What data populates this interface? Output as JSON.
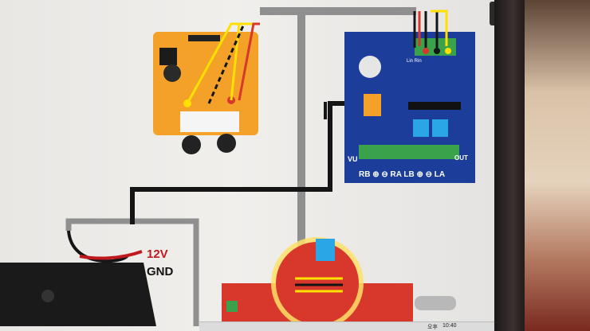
{
  "screen": {
    "search_icon": "search-icon"
  },
  "labels": {
    "voltage": "12V",
    "ground": "GND"
  },
  "vu_board": {
    "left_label": "VU",
    "right_label": "OUT",
    "terminals": "RB ⊕ ⊖ RA LB ⊕ ⊖ LA",
    "top_label": "Lin  Rin"
  },
  "taskbar": {
    "ime": "오후",
    "clock": "10:40"
  },
  "colors": {
    "pcb_orange": "#f4a12a",
    "pcb_blue": "#1d3d9a",
    "pcb_red": "#d8372b",
    "wire_gray": "#8f8f8f",
    "wire_black": "#151515",
    "accent_red": "#c0191d"
  }
}
